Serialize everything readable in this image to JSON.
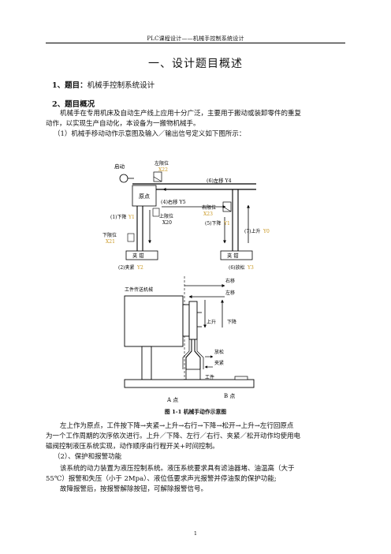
{
  "header": "PLC课程设计——机械手控制系统设计",
  "title": "一、设计题目概述",
  "section1": {
    "label": "1、题目：",
    "text": "机械手控制系统设计"
  },
  "section2": {
    "label": "2、题目概况"
  },
  "para1": {
    "line1": "机械手在专用机床及自动生产线上应用十分广泛，主要用于搬动或装卸零件的重复",
    "line2": "动作，以实现生产自动化，本设备为一搬物机械手。"
  },
  "sub1": "（1）机械手移动动作示意图及输入／输出信号定义如下图所示：",
  "diagram": {
    "start": "启动",
    "limit_left_a": "左限位",
    "limit_left_b": "X22",
    "origin": "原点",
    "move_left": "(6)左移 Y4",
    "move_right": "(4)右移 Y5",
    "limit_right_a": "右限位",
    "limit_right_b": "X23",
    "down1_a": "(1)下降",
    "down1_b": "Y1",
    "upper_a": "上限位",
    "upper_b": "X20",
    "down5_a": "(5)下降",
    "down5_b": "Y1",
    "rise_a": "(7)上升",
    "rise_b": "Y0",
    "lower_a": "下限位",
    "lower_b": "X21",
    "gripper_left": "夹  钳",
    "gripper_right": "夹  钳",
    "clamp_a": "(2)夹紧",
    "clamp_b": "Y2",
    "release_a": "(6)放松",
    "release_b": "Y3",
    "conveyor": "工件传送机械",
    "right": "右移",
    "left": "左移",
    "up": "上升",
    "down": "下降",
    "loosen": "放松",
    "tighten": "夹紧",
    "workpiece": "工件",
    "point_a": "A 点",
    "point_b": "B 点",
    "accent_color": "#c8961e"
  },
  "caption": "图 1-1   机械手动作示意图",
  "para2": {
    "line1": "左上作为原点，工件按下降→夹紧→上升→右行→下降→松开→上升→左行回原点",
    "line2": "为一个工作周期的次序依次进行。上升／下降、左行／右行、夹紧／松开动作均使用电",
    "line3": "磁阀控制液压系统实现，动作顺序由行程开关+时间控制。"
  },
  "sub2": "（2）、保护和报警功能",
  "para3": {
    "line1": "该系统的动力装置为液压控制系统。液压系统要求具有滤油器堵、油温高（大于",
    "line2": "55℃）报警和失压（小于 2Mpa）、液位低要求声光报警并停油泵的保护功能;",
    "line3": "故障报警后，按报警解除按钮，可解除报警信号。"
  },
  "page_number": "1"
}
